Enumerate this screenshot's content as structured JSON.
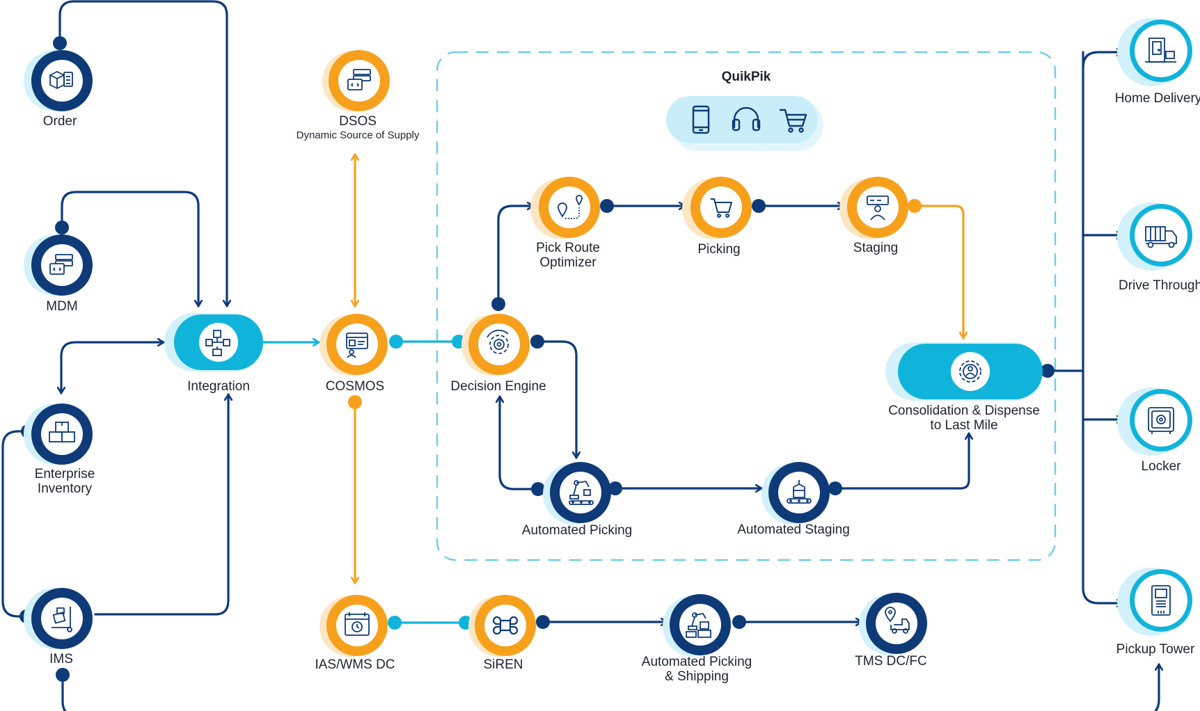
{
  "colors": {
    "navy": "#0e3a78",
    "orange": "#f7a01c",
    "cyan": "#10b4db",
    "halo_cyan": "#d2f1fa",
    "halo_orange": "#fde6c3",
    "dash": "#6fcdee"
  },
  "group": {
    "title": "QuikPik",
    "device_icons": [
      "mobile-icon",
      "headset-icon",
      "cart-icon"
    ]
  },
  "nodes": {
    "order": {
      "label_lines": [
        "Order"
      ],
      "icon": "package-checklist-icon"
    },
    "mdm": {
      "label_lines": [
        "MDM"
      ],
      "icon": "server-code-icon"
    },
    "integration": {
      "label_lines": [
        "Integration"
      ],
      "icon": "network-cubes-icon"
    },
    "enterprise_inventory": {
      "label_lines": [
        "Enterprise",
        "Inventory"
      ],
      "icon": "boxes-icon"
    },
    "ims": {
      "label_lines": [
        "IMS"
      ],
      "icon": "hand-truck-icon"
    },
    "dsos": {
      "label_lines": [
        "DSOS"
      ],
      "subtitle": "Dynamic Source of Supply",
      "icon": "server-code-icon"
    },
    "cosmos": {
      "label_lines": [
        "COSMOS"
      ],
      "icon": "dashboard-user-icon"
    },
    "decision_engine": {
      "label_lines": [
        "Decision Engine"
      ],
      "icon": "gear-cycle-icon"
    },
    "pick_route_optimizer": {
      "label_lines": [
        "Pick Route",
        "Optimizer"
      ],
      "icon": "route-pin-icon"
    },
    "picking": {
      "label_lines": [
        "Picking"
      ],
      "icon": "cart-icon"
    },
    "staging": {
      "label_lines": [
        "Staging"
      ],
      "icon": "staging-worker-icon"
    },
    "consolidation": {
      "label_lines": [
        "Consolidation & Dispense",
        "to Last Mile"
      ],
      "icon": "gear-person-icon"
    },
    "automated_picking": {
      "label_lines": [
        "Automated Picking"
      ],
      "icon": "robot-arm-icon"
    },
    "automated_staging": {
      "label_lines": [
        "Automated Staging"
      ],
      "icon": "conveyor-icon"
    },
    "ias_wms_dc": {
      "label_lines": [
        "IAS/WMS DC"
      ],
      "icon": "calendar-clock-icon"
    },
    "siren": {
      "label_lines": [
        "SiREN"
      ],
      "icon": "command-key-icon"
    },
    "automated_picking_shipping": {
      "label_lines": [
        "Automated Picking",
        "& Shipping"
      ],
      "icon": "robot-arm-boxes-icon"
    },
    "tms_dc_fc": {
      "label_lines": [
        "TMS DC/FC"
      ],
      "icon": "truck-pin-icon"
    },
    "home_delivery": {
      "label_lines": [
        "Home Delivery"
      ],
      "icon": "house-door-icon"
    },
    "drive_through": {
      "label_lines": [
        "Drive Through"
      ],
      "icon": "truck-icon"
    },
    "locker": {
      "label_lines": [
        "Locker"
      ],
      "icon": "safe-icon"
    },
    "pickup_tower": {
      "label_lines": [
        "Pickup Tower"
      ],
      "icon": "tower-kiosk-icon"
    }
  },
  "edges": [
    {
      "from": "order",
      "to": "integration"
    },
    {
      "from": "mdm",
      "to": "integration"
    },
    {
      "from": "integration",
      "to": "enterprise_inventory",
      "bidirectional": true
    },
    {
      "from": "ims",
      "to": "integration"
    },
    {
      "from": "enterprise_inventory",
      "to": "ims"
    },
    {
      "from": "integration",
      "to": "cosmos"
    },
    {
      "from": "cosmos",
      "to": "dsos",
      "bidirectional": true
    },
    {
      "from": "cosmos",
      "to": "decision_engine"
    },
    {
      "from": "cosmos",
      "to": "ias_wms_dc"
    },
    {
      "from": "decision_engine",
      "to": "pick_route_optimizer"
    },
    {
      "from": "pick_route_optimizer",
      "to": "picking"
    },
    {
      "from": "picking",
      "to": "staging"
    },
    {
      "from": "staging",
      "to": "consolidation"
    },
    {
      "from": "decision_engine",
      "to": "automated_picking",
      "bidirectional": true
    },
    {
      "from": "automated_picking",
      "to": "automated_staging"
    },
    {
      "from": "automated_staging",
      "to": "consolidation"
    },
    {
      "from": "consolidation",
      "to": "home_delivery"
    },
    {
      "from": "consolidation",
      "to": "drive_through"
    },
    {
      "from": "consolidation",
      "to": "locker"
    },
    {
      "from": "consolidation",
      "to": "pickup_tower"
    },
    {
      "from": "ims",
      "to": "pickup_tower"
    },
    {
      "from": "ias_wms_dc",
      "to": "siren"
    },
    {
      "from": "siren",
      "to": "automated_picking_shipping"
    },
    {
      "from": "automated_picking_shipping",
      "to": "tms_dc_fc"
    }
  ]
}
